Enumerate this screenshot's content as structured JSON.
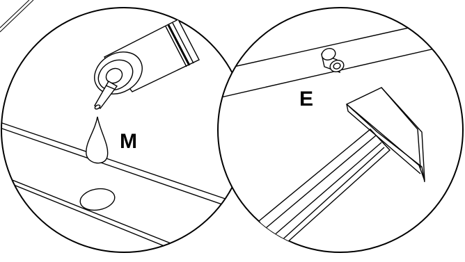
{
  "panels": [
    {
      "id": "left",
      "label": "M",
      "depicts": "glue-tube-dispensing-drop-over-hole"
    },
    {
      "id": "right",
      "label": "E",
      "depicts": "hammer-tapping-peg-into-board"
    }
  ],
  "colors": {
    "line": "#000000",
    "fill": "#ffffff"
  }
}
